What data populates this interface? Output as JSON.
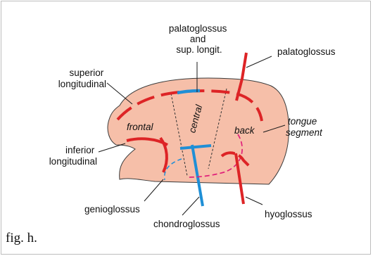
{
  "figure_label": "fig. h.",
  "colors": {
    "tongue_fill": "#f6bfa9",
    "outline": "#3a3a3a",
    "muscle_red": "#dd2426",
    "muscle_blue": "#1f8fd6",
    "hidden_pink": "#e0207a",
    "leader": "#1a1a1a"
  },
  "labels": {
    "palatoglossus_longit": [
      "palatoglossus",
      "and",
      "sup. longit."
    ],
    "palatoglossus": "palatoglossus",
    "superior_longitudinal": [
      "superior",
      "longitudinal"
    ],
    "inferior_longitudinal": [
      "inferior",
      "longitudinal"
    ],
    "tongue_segment": [
      "tongue",
      "segment"
    ],
    "genioglossus": "genioglossus",
    "chondroglossus": "chondroglossus",
    "hyoglossus": "hyoglossus"
  },
  "segments": {
    "frontal": "frontal",
    "central": "central",
    "back": "back"
  }
}
